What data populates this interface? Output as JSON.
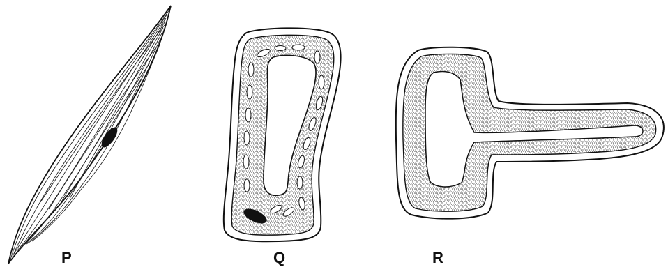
{
  "figure": {
    "labels": {
      "p": "P",
      "q": "Q",
      "r": "R"
    },
    "colors": {
      "ink": "#111111",
      "background": "#ffffff",
      "stipple": "#555555"
    }
  }
}
